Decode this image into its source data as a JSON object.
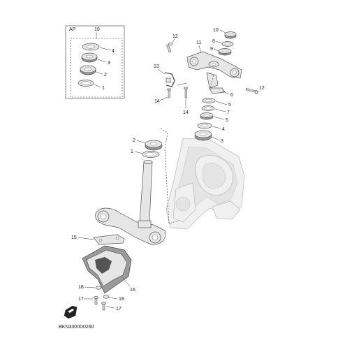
{
  "kit": {
    "tag": "AP",
    "number": "19"
  },
  "callouts": {
    "c1a": "1",
    "c2a": "2",
    "c3a": "3",
    "c4a": "4",
    "c10": "10",
    "c12a": "12",
    "c11": "11",
    "c8": "8",
    "c9": "9",
    "c13": "13",
    "c6": "6",
    "c12b": "12",
    "c14a": "14",
    "c14b": "14",
    "c5a": "5",
    "c7": "7",
    "c5b": "5",
    "c4b": "4",
    "c3b": "3",
    "c2b": "2",
    "c1b": "1",
    "c15": "15",
    "c16": "16",
    "c18a": "18",
    "c17a": "17",
    "c18b": "18",
    "c17b": "17"
  },
  "diagram_code": "BKN3300D0260"
}
